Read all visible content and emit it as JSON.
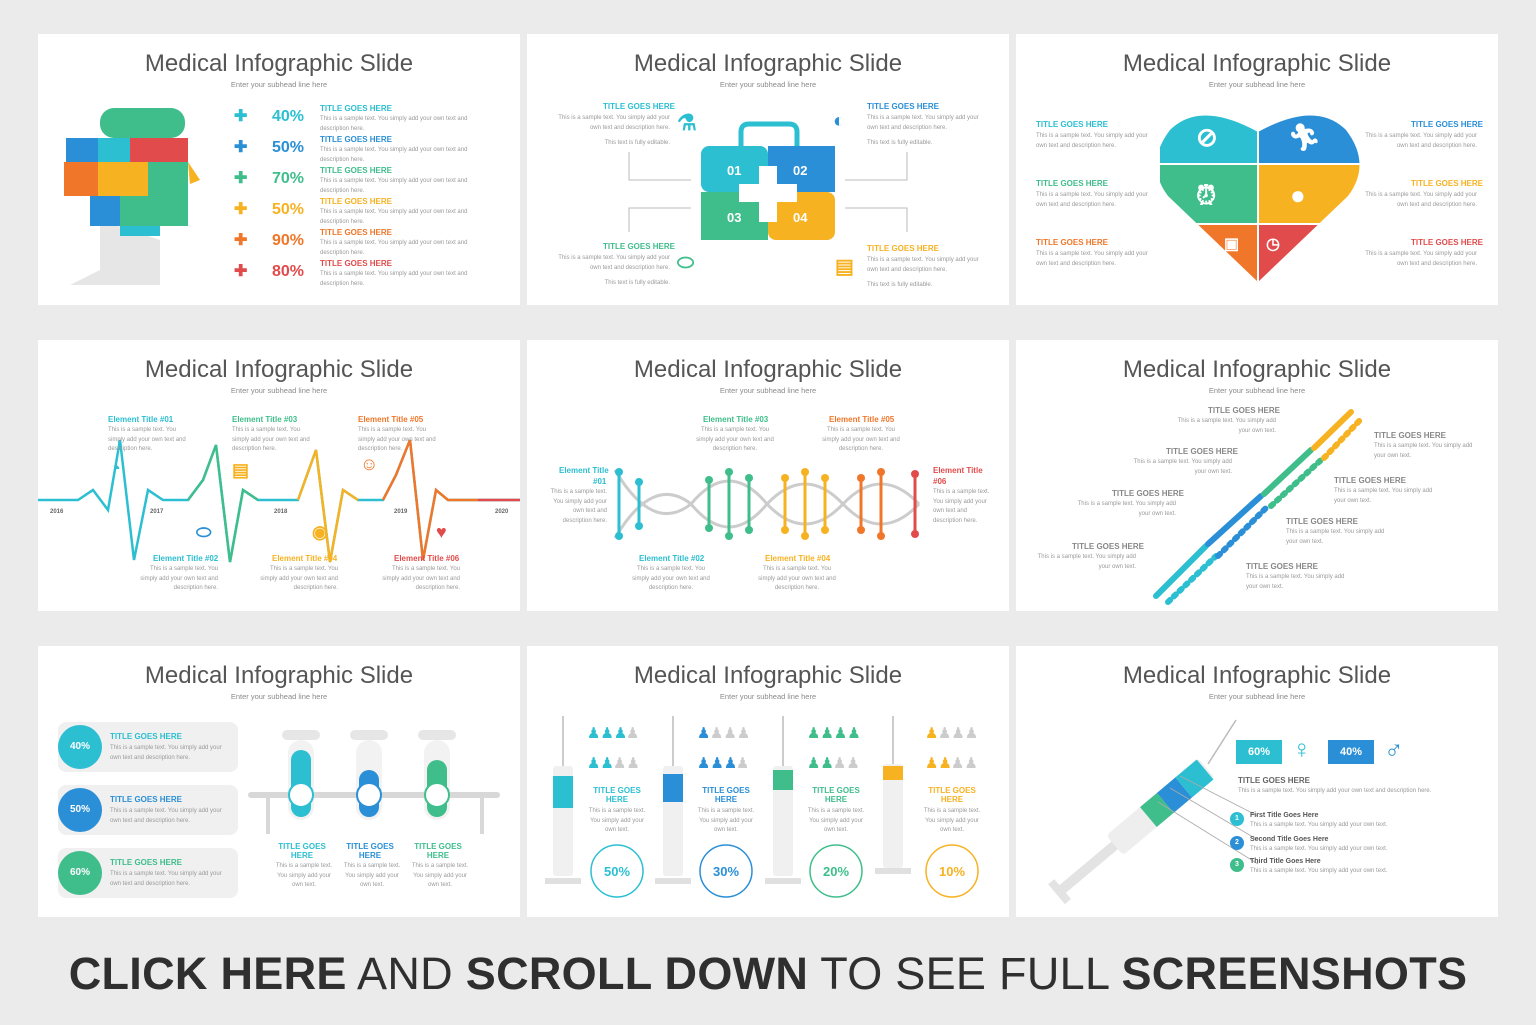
{
  "slide_title": "Medical Infographic Slide",
  "slide_subtitle": "Enter your subhead line here",
  "title_upper": "TITLE GOES HERE",
  "sample_text": "This is a sample text. You simply add your own text and description here.",
  "sample_short": "This is a sample text. You simply add your own text.",
  "sample_fully": "This text is fully editable.",
  "s1": {
    "rows": [
      {
        "pct": "40%",
        "color": "#2bbfd1"
      },
      {
        "pct": "50%",
        "color": "#2a8fd6"
      },
      {
        "pct": "70%",
        "color": "#3fbe8c"
      },
      {
        "pct": "50%",
        "color": "#f7b222"
      },
      {
        "pct": "90%",
        "color": "#f0772a"
      },
      {
        "pct": "80%",
        "color": "#e24b4b"
      }
    ]
  },
  "s2": {
    "q1": "01",
    "q2": "02",
    "q3": "03",
    "q4": "04"
  },
  "s4": {
    "years": [
      "2016",
      "2017",
      "2018",
      "2019",
      "2020"
    ],
    "e1": "Element Title #01",
    "e2": "Element Title #02",
    "e3": "Element Title #03",
    "e4": "Element Title #04",
    "e5": "Element Title #05",
    "e6": "Element Title #06"
  },
  "s5": {
    "e1a": "Element Title",
    "e1b": "#01",
    "e6a": "Element Title",
    "e6b": "#06"
  },
  "s7": {
    "items": [
      "40%",
      "50%",
      "60%"
    ],
    "tube_label": "TITLE GOES HERE"
  },
  "s8": {
    "pcts": [
      "50%",
      "30%",
      "20%",
      "10%"
    ]
  },
  "s9": {
    "female": "60%",
    "male": "40%",
    "title": "TITLE GOES HERE",
    "items": [
      {
        "n": "1",
        "title": "First Title Goes Here"
      },
      {
        "n": "2",
        "title": "Second Title Goes Here"
      },
      {
        "n": "3",
        "title": "Third Title Goes Here"
      }
    ]
  },
  "banner": {
    "p1": "CLICK HERE",
    "p2": "AND",
    "p3": "SCROLL DOWN",
    "p4": "TO SEE FULL",
    "p5": "SCREENSHOTS"
  },
  "colors": {
    "teal": "#2bbfd1",
    "blue": "#2a8fd6",
    "green": "#3fbe8c",
    "yellow": "#f7b222",
    "orange": "#f0772a",
    "red": "#e24b4b"
  }
}
